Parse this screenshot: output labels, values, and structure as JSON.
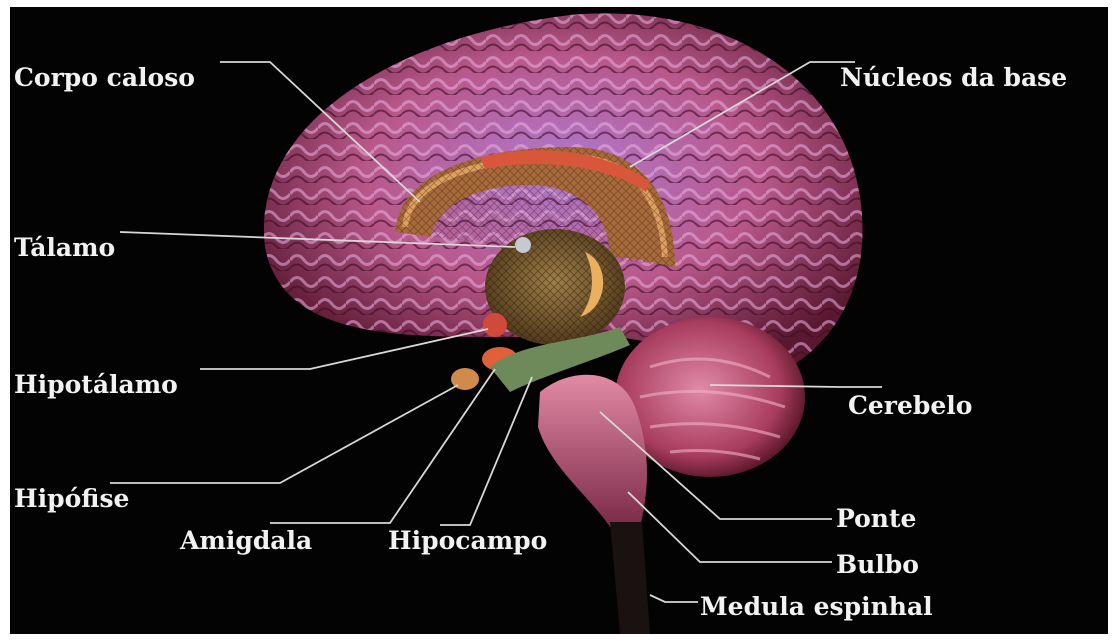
{
  "diagram": {
    "labels": {
      "corpo_caloso": "Corpo caloso",
      "nucleos_base": "Núcleos da base",
      "talamo": "Tálamo",
      "hipotalamo": "Hipotálamo",
      "cerebelo": "Cerebelo",
      "hipofise": "Hipófise",
      "amigdala": "Amigdala",
      "hipocampo": "Hipocampo",
      "ponte": "Ponte",
      "bulbo": "Bulbo",
      "medula": "Medula espinhal"
    },
    "colors": {
      "background": "#030303",
      "label_text": "#f2f2f2",
      "leader_line": "#d8d8d8",
      "cortex_pink": "#c25a86",
      "cortex_blue": "#8e8ed0",
      "corpus_callosum": "#b9783e",
      "thalamus": "#7c5a2c",
      "cerebellum": "#b8506e",
      "brainstem": "#c86a8a",
      "hippocampus": "#6f8a5a",
      "basal_ganglia": "#d05a38"
    }
  }
}
